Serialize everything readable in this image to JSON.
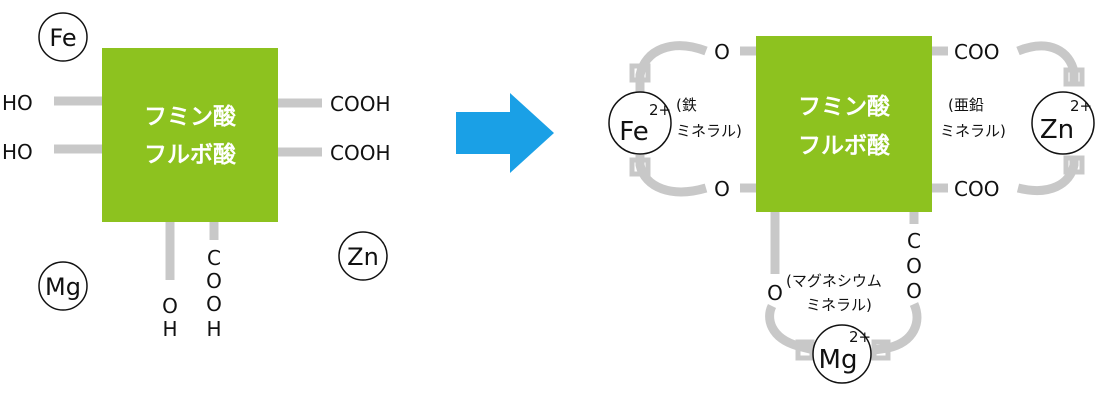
{
  "colors": {
    "box": "#8dc21f",
    "box_text": "#ffffff",
    "bond": "#c8c8c8",
    "arrow": "#1aa0e6",
    "text": "#111111",
    "circle_stroke": "#111111"
  },
  "box_label": {
    "line1": "フミン酸",
    "line2": "フルボ酸"
  },
  "before": {
    "elements": {
      "fe": "Fe",
      "mg": "Mg",
      "zn": "Zn"
    },
    "left_groups": [
      "HO",
      "HO"
    ],
    "right_groups": [
      "COOH",
      "COOH"
    ],
    "bottom_oh": [
      "O",
      "H"
    ],
    "bottom_cooh": [
      "C",
      "O",
      "O",
      "H"
    ]
  },
  "after": {
    "left_o": [
      "O",
      "O"
    ],
    "right_coo": [
      "COO",
      "COO"
    ],
    "bottom_o": "O",
    "bottom_coo": [
      "C",
      "O",
      "O"
    ],
    "fe": {
      "symbol": "Fe",
      "charge": "2+",
      "note_line1": "(鉄",
      "note_line2": "ミネラル)"
    },
    "zn": {
      "symbol": "Zn",
      "charge": "2+",
      "note_line1": "(亜鉛",
      "note_line2": "ミネラル)"
    },
    "mg": {
      "symbol": "Mg",
      "charge": "2+",
      "note_line1": "(マグネシウム",
      "note_line2": "ミネラル)"
    }
  }
}
